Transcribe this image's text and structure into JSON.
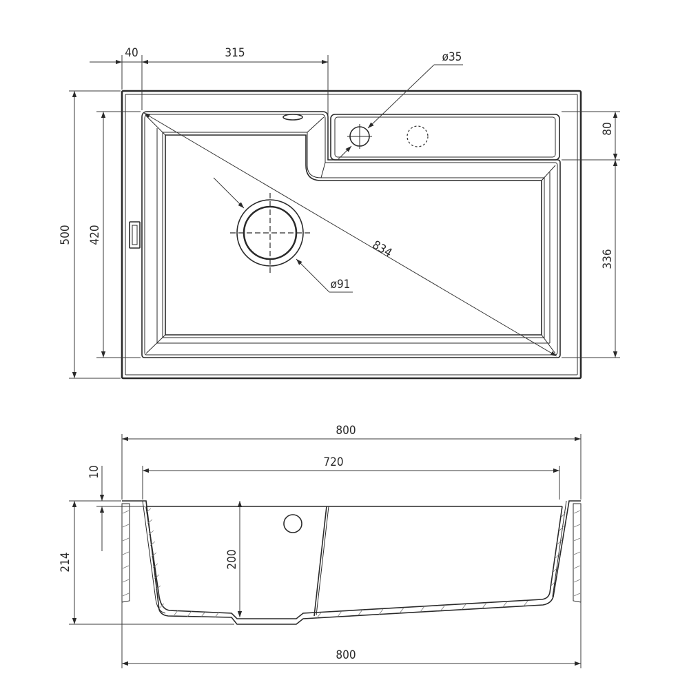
{
  "diagram": {
    "top_view": {
      "dims": {
        "rim_offset": "40",
        "bowl_to_drainer": "315",
        "tap_hole": "ø35",
        "total_depth": "500",
        "bowl_depth": "420",
        "drainer_depth": "80",
        "bowl_front": "336",
        "diagonal": "834",
        "drain": "ø91"
      }
    },
    "side_view": {
      "dims": {
        "total_width": "800",
        "inner_width": "720",
        "rim_thickness": "10",
        "total_height": "214",
        "bowl_height": "200",
        "base_width": "800"
      }
    }
  }
}
